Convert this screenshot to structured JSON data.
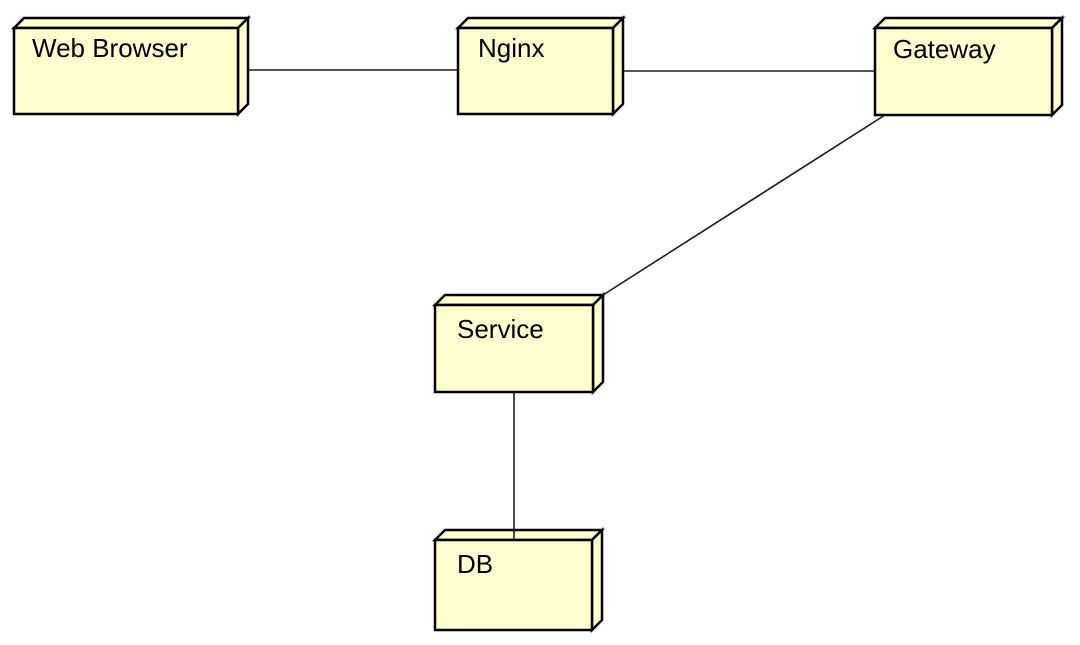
{
  "diagram": {
    "kind": "deployment-node-diagram",
    "colors": {
      "canvas-bg": "#ffffff",
      "node-fill": "#FEFECE",
      "node-border": "#000000",
      "edge-color": "#1c1c1c",
      "label-color": "#000000"
    },
    "nodes": [
      {
        "id": "web-browser",
        "label": "Web Browser"
      },
      {
        "id": "nginx",
        "label": "Nginx"
      },
      {
        "id": "gateway",
        "label": "Gateway"
      },
      {
        "id": "service",
        "label": "Service"
      },
      {
        "id": "db",
        "label": "DB"
      }
    ],
    "edges": [
      {
        "from": "web-browser",
        "to": "nginx"
      },
      {
        "from": "nginx",
        "to": "gateway"
      },
      {
        "from": "gateway",
        "to": "service"
      },
      {
        "from": "service",
        "to": "db"
      }
    ]
  }
}
